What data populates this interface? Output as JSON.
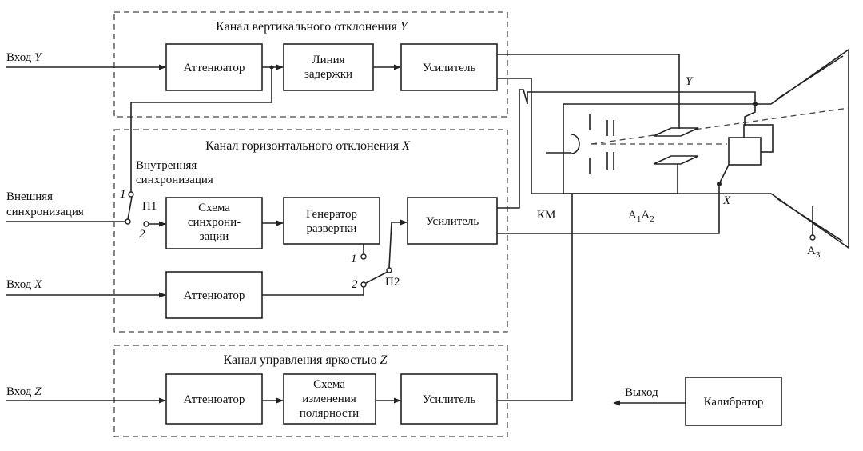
{
  "panels": {
    "y": {
      "title": "Канал вертикального отклонения",
      "axis": "Y"
    },
    "x": {
      "title": "Канал горизонтального отклонения",
      "axis": "X"
    },
    "z": {
      "title": "Канал управления яркостью",
      "axis": "Z"
    }
  },
  "inputs": {
    "y": {
      "text": "Вход",
      "axis": "Y"
    },
    "x": {
      "text": "Вход",
      "axis": "X"
    },
    "z": {
      "text": "Вход",
      "axis": "Z"
    },
    "ext_sync": [
      "Внешняя",
      "синхронизация"
    ]
  },
  "blocks": {
    "att_y": [
      "Аттенюатор"
    ],
    "delay": [
      "Линия",
      "задержки"
    ],
    "amp_y": [
      "Усилитель"
    ],
    "sync": [
      "Схема",
      "синхрони-",
      "зации"
    ],
    "sweep": [
      "Генератор",
      "развертки"
    ],
    "amp_x": [
      "Усилитель"
    ],
    "att_x": [
      "Аттенюатор"
    ],
    "att_z": [
      "Аттенюатор"
    ],
    "polarity": [
      "Схема",
      "изменения",
      "полярности"
    ],
    "amp_z": [
      "Усилитель"
    ],
    "calibrator": [
      "Калибратор"
    ]
  },
  "switch_labels": {
    "p1": "П1",
    "p2": "П2",
    "p1_pos1": "1",
    "p1_pos2": "2",
    "p2_pos1": "1",
    "p2_pos2": "2",
    "internal_sync": [
      "Внутренняя",
      "синхронизация"
    ]
  },
  "crt_labels": {
    "km": "КМ",
    "a": "A",
    "a1_sub": "1",
    "a2_sub": "2",
    "a3_sub": "3",
    "y": "Y",
    "x": "X"
  },
  "output_label": "Выход"
}
